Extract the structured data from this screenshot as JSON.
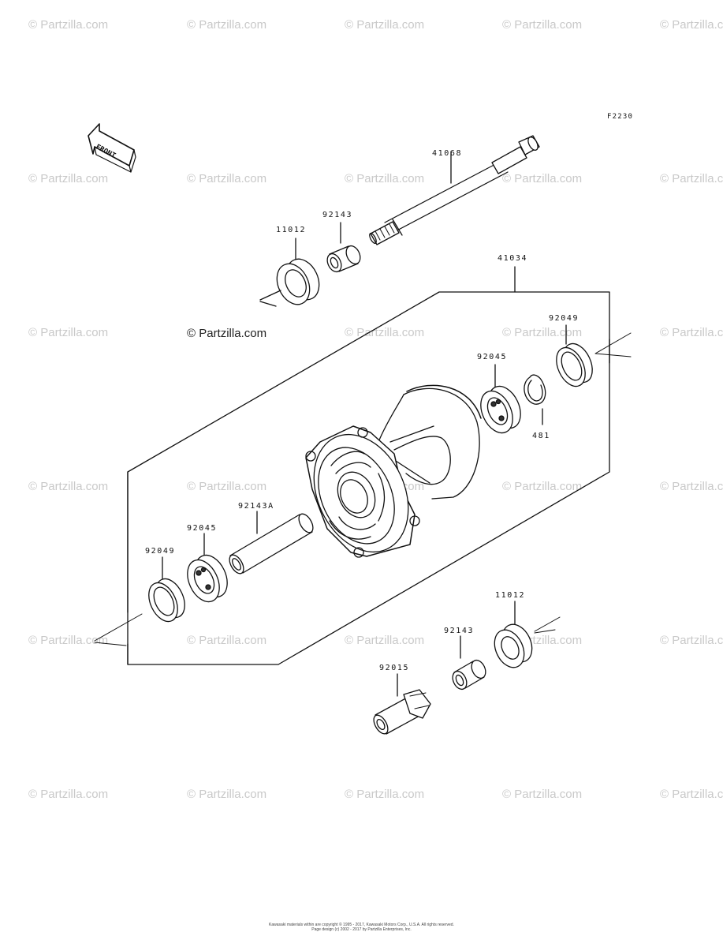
{
  "watermark": {
    "text": "© Partzilla.com",
    "main_text": "© Partzilla.com"
  },
  "diagram": {
    "id": "F2230",
    "front_label": "FRONT"
  },
  "parts": {
    "shaft_axle": "41068",
    "collar_top": "92143",
    "seal_top": "11012",
    "hub_assembly": "41034",
    "oil_seal_right": "92049",
    "bearing_right": "92045",
    "circlip": "481",
    "distance_collar": "92143A",
    "bearing_left": "92045",
    "oil_seal_left": "92049",
    "seal_bottom": "11012",
    "collar_bottom": "92143",
    "nut": "92015"
  },
  "footer": {
    "line1": "Kawasaki materials within are copyright © 1995 - 2017, Kawasaki Motors Corp., U.S.A. All rights reserved.",
    "line2": "Page design (c) 2002 - 2017 by Partzilla Enterprises, Inc."
  }
}
